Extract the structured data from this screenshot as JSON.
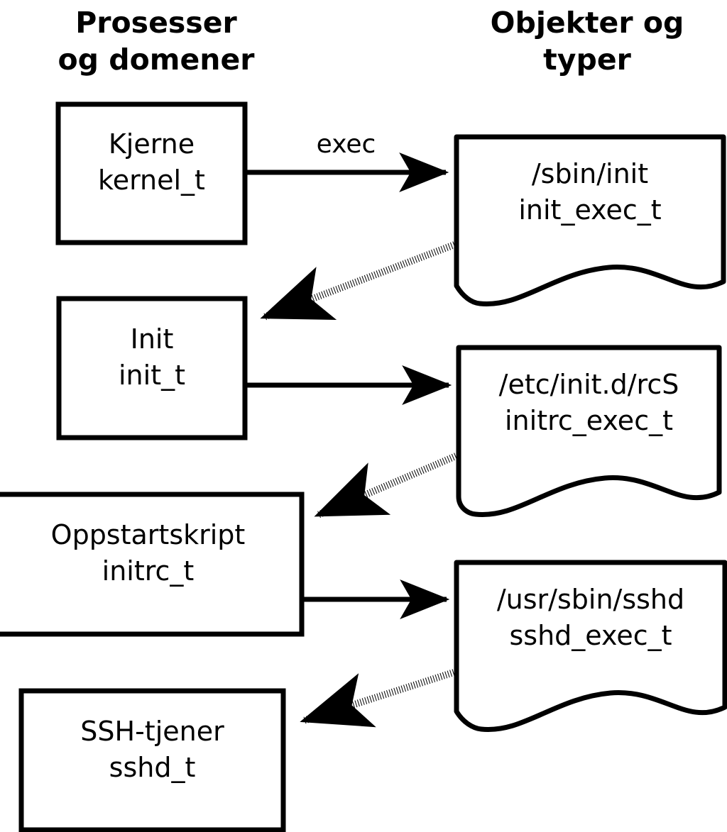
{
  "diagram": {
    "title_left": "Prosesser\nog domener",
    "title_right": "Objekter og\ntyper",
    "stroke_color": "#000000",
    "fill_color": "#ffffff",
    "background": "#ffffff",
    "processes": [
      {
        "id": "kernel",
        "name": "Kjerne",
        "type": "kernel_t",
        "label": "Kjerne\nkernel_t"
      },
      {
        "id": "init",
        "name": "Init",
        "type": "init_t",
        "label": "Init\ninit_t"
      },
      {
        "id": "initrc",
        "name": "Oppstartskript",
        "type": "initrc_t",
        "label": "Oppstartskript\ninitrc_t"
      },
      {
        "id": "sshd",
        "name": "SSH-tjener",
        "type": "sshd_t",
        "label": "SSH-tjener\nsshd_t"
      }
    ],
    "objects": [
      {
        "id": "init_exec",
        "path": "/sbin/init",
        "type": "init_exec_t",
        "label": "/sbin/init\ninit_exec_t"
      },
      {
        "id": "initrc_exec",
        "path": "/etc/init.d/rcS",
        "type": "initrc_exec_t",
        "label": "/etc/init.d/rcS\ninitrc_exec_t"
      },
      {
        "id": "sshd_exec",
        "path": "/usr/sbin/sshd",
        "type": "sshd_exec_t",
        "label": "/usr/sbin/sshd\nsshd_exec_t"
      }
    ],
    "edges": [
      {
        "id": "e1",
        "from": "kernel",
        "to": "init_exec",
        "style": "solid",
        "label": "exec"
      },
      {
        "id": "e2",
        "from": "init_exec",
        "to": "init",
        "style": "dotted",
        "label": ""
      },
      {
        "id": "e3",
        "from": "init",
        "to": "initrc_exec",
        "style": "solid",
        "label": ""
      },
      {
        "id": "e4",
        "from": "initrc_exec",
        "to": "initrc",
        "style": "dotted",
        "label": ""
      },
      {
        "id": "e5",
        "from": "initrc",
        "to": "sshd_exec",
        "style": "solid",
        "label": ""
      },
      {
        "id": "e6",
        "from": "sshd_exec",
        "to": "sshd",
        "style": "dotted",
        "label": ""
      }
    ]
  }
}
